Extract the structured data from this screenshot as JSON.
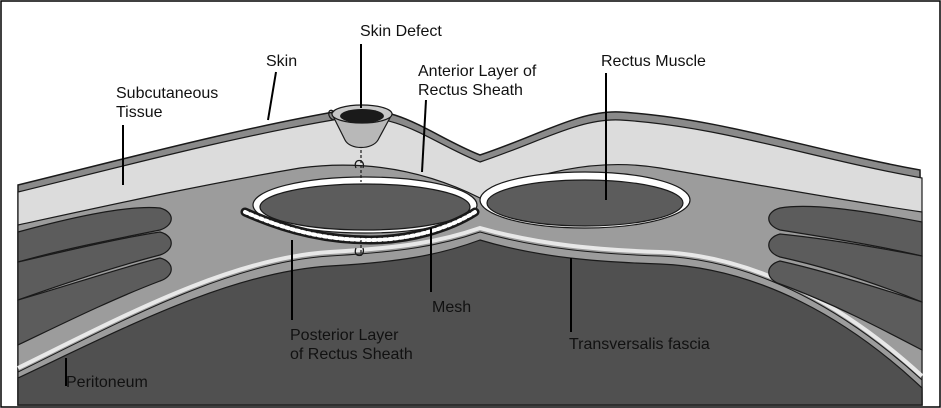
{
  "labels": {
    "skin_defect": "Skin Defect",
    "skin": "Skin",
    "subcutaneous": [
      "Subcutaneous",
      "Tissue"
    ],
    "anterior_layer": [
      "Anterior Layer of",
      "Rectus Sheath"
    ],
    "rectus_muscle": "Rectus Muscle",
    "mesh": "Mesh",
    "posterior_layer": [
      "Posterior Layer",
      "of Rectus Sheath"
    ],
    "transversalis": "Transversalis fascia",
    "peritoneum": "Peritoneum"
  },
  "colors": {
    "skin": "#8a8a8a",
    "subcutaneous": "#dcdcdc",
    "fascia": "#9c9c9c",
    "muscle": "#5c5c5c",
    "peritoneum": "#505050",
    "sheath_gap": "#ffffff",
    "outline": "#1a1a1a"
  }
}
